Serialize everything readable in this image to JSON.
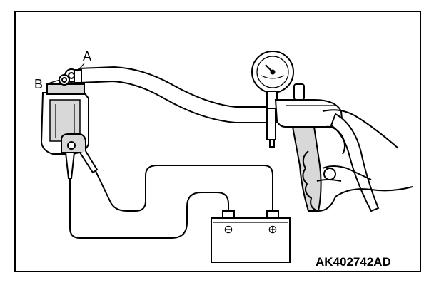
{
  "labels": {
    "a": "A",
    "b": "B",
    "figure_code": "AK402742AD"
  },
  "battery": {
    "negative_symbol": "⊖",
    "positive_symbol": "⊕"
  },
  "colors": {
    "ink": "#000000",
    "paper": "#ffffff",
    "shade": "#d8d8d8"
  }
}
